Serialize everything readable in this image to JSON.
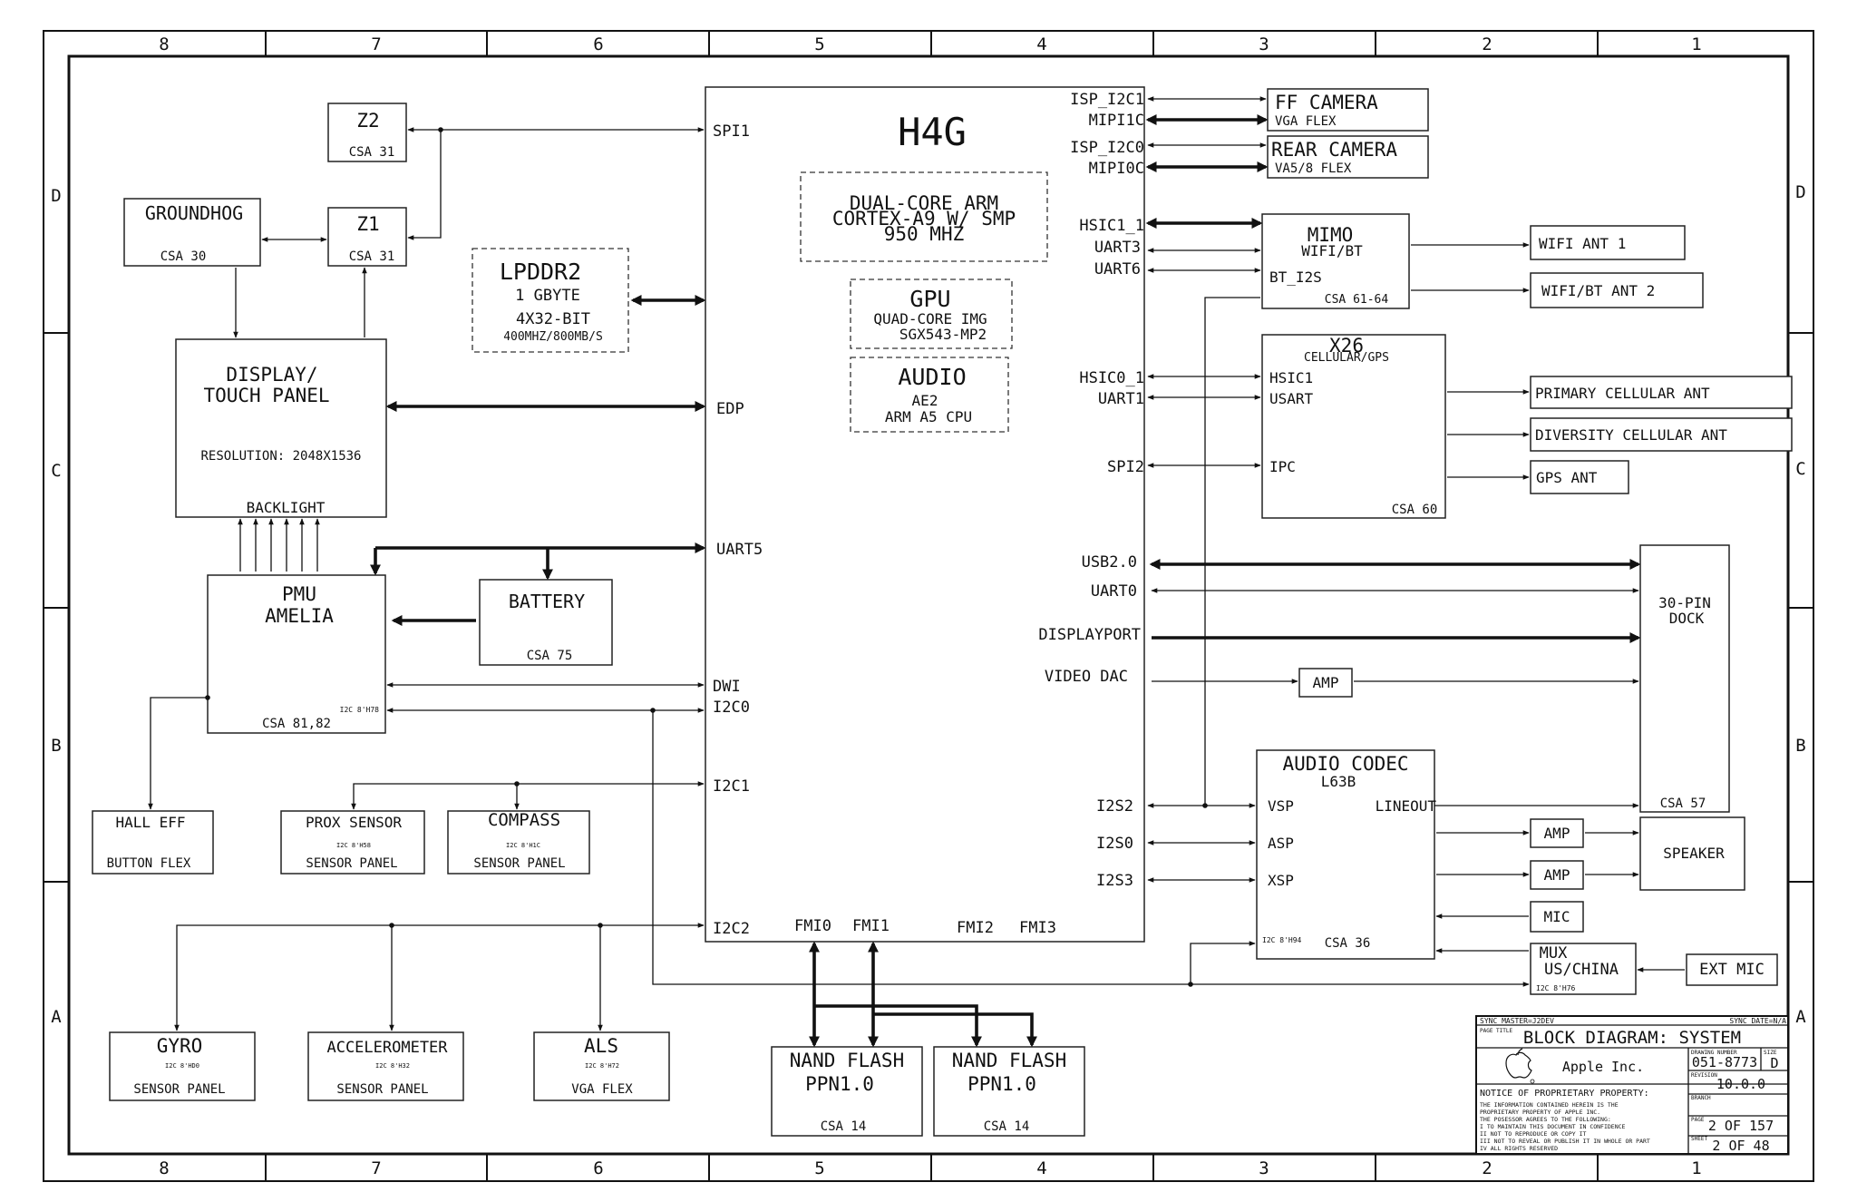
{
  "border": {
    "cols": [
      "8",
      "7",
      "6",
      "5",
      "4",
      "3",
      "2",
      "1"
    ],
    "rows": [
      "D",
      "C",
      "B",
      "A"
    ]
  },
  "soc": {
    "name": "H4G",
    "cpu": [
      "DUAL-CORE ARM",
      "CORTEX-A9 W/ SMP",
      "950 MHZ"
    ],
    "gpu": [
      "GPU",
      "QUAD-CORE IMG",
      "SGX543-MP2"
    ],
    "audio": [
      "AUDIO",
      "AE2",
      "ARM A5 CPU"
    ],
    "left_ports": [
      "SPI1",
      "EDP",
      "UART5",
      "DWI",
      "I2C0",
      "I2C1",
      "I2C2"
    ],
    "right_ports": [
      "ISP_I2C1",
      "MIPI1C",
      "ISP_I2C0",
      "MIPI0C",
      "HSIC1_1",
      "UART3",
      "UART6",
      "HSIC0_1",
      "UART1",
      "SPI2",
      "USB2.0",
      "UART0",
      "DISPLAYPORT",
      "VIDEO DAC",
      "I2S2",
      "I2S0",
      "I2S3"
    ],
    "bottom_ports": [
      "FMI0",
      "FMI1",
      "FMI2",
      "FMI3"
    ]
  },
  "blocks": {
    "z2": [
      "Z2",
      "CSA 31"
    ],
    "z1": [
      "Z1",
      "CSA 31"
    ],
    "groundhog": [
      "GROUNDHOG",
      "CSA 30"
    ],
    "lpddr2": [
      "LPDDR2",
      "1 GBYTE",
      "4X32-BIT",
      "400MHZ/800MB/S"
    ],
    "display": [
      "DISPLAY/",
      "TOUCH PANEL",
      "RESOLUTION: 2048X1536",
      "BACKLIGHT"
    ],
    "pmu": [
      "PMU",
      "AMELIA",
      "I2C 8'H78",
      "CSA 81,82"
    ],
    "battery": [
      "BATTERY",
      "CSA 75"
    ],
    "hall": [
      "HALL EFF",
      "BUTTON FLEX"
    ],
    "prox": [
      "PROX SENSOR",
      "I2C 8'H58",
      "SENSOR PANEL"
    ],
    "compass": [
      "COMPASS",
      "I2C 8'H1C",
      "SENSOR PANEL"
    ],
    "gyro": [
      "GYRO",
      "I2C 8'HD0",
      "SENSOR PANEL"
    ],
    "accel": [
      "ACCELEROMETER",
      "I2C 8'H32",
      "SENSOR PANEL"
    ],
    "als": [
      "ALS",
      "I2C 8'H72",
      "VGA FLEX"
    ],
    "nand": [
      "NAND FLASH",
      "PPN1.0",
      "CSA 14"
    ],
    "ff_camera": [
      "FF CAMERA",
      "VGA FLEX"
    ],
    "rear_camera": [
      "REAR CAMERA",
      "VA5/8 FLEX"
    ],
    "mimo": [
      "MIMO",
      "WIFI/BT",
      "BT_I2S",
      "CSA 61-64"
    ],
    "wifi_ant1": "WIFI ANT 1",
    "wifi_ant2": "WIFI/BT ANT 2",
    "x26": [
      "X26",
      "CELLULAR/GPS",
      "HSIC1",
      "USART",
      "IPC",
      "CSA 60"
    ],
    "primary_ant": "PRIMARY CELLULAR ANT",
    "diversity_ant": "DIVERSITY CELLULAR ANT",
    "gps_ant": "GPS ANT",
    "dock": [
      "30-PIN",
      "DOCK",
      "CSA 57"
    ],
    "amp": "AMP",
    "codec": [
      "AUDIO CODEC",
      "L63B",
      "VSP",
      "LINEOUT",
      "ASP",
      "XSP",
      "I2C 8'H94",
      "CSA 36"
    ],
    "speaker": "SPEAKER",
    "mic": "MIC",
    "mux": [
      "MUX",
      "US/CHINA",
      "I2C 8'H76"
    ],
    "ext_mic": "EXT MIC"
  },
  "title_block": {
    "sync_master": "SYNC_MASTER=J2DEV",
    "sync_date": "SYNC_DATE=N/A",
    "page_title_label": "PAGE TITLE",
    "title": "BLOCK DIAGRAM: SYSTEM",
    "company": "Apple Inc.",
    "drawing_number_label": "DRAWING NUMBER",
    "drawing_number": "051-8773",
    "size_label": "SIZE",
    "size": "D",
    "revision_label": "REVISION",
    "revision": "10.0.0",
    "branch_label": "BRANCH",
    "page_label": "PAGE",
    "page": "2 OF 157",
    "sheet_label": "SHEET",
    "sheet": "2 OF 48",
    "notice_title": "NOTICE OF PROPRIETARY PROPERTY:",
    "notice": [
      "THE INFORMATION CONTAINED HEREIN IS THE",
      "PROPRIETARY PROPERTY OF APPLE INC.",
      "THE POSESSOR AGREES TO THE FOLLOWING:",
      " I TO MAINTAIN THIS DOCUMENT IN CONFIDENCE",
      " II NOT TO REPRODUCE OR COPY IT",
      "III NOT TO REVEAL OR PUBLISH IT IN WHOLE OR PART",
      " IV ALL RIGHTS RESERVED"
    ]
  }
}
